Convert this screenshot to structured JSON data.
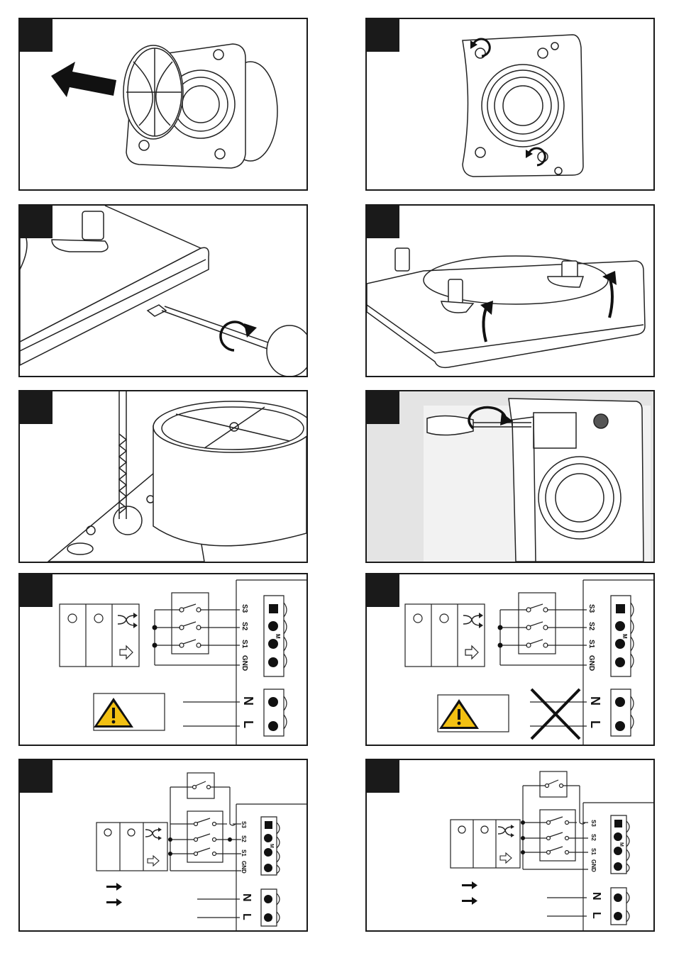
{
  "terminals": {
    "s3": "S3",
    "s2": "S2",
    "s1": "S1",
    "gnd": "GND",
    "n": "N",
    "l": "L",
    "m": "M"
  },
  "colors": {
    "frame": "#1a1a1a",
    "warning": "#f2c012",
    "wall": "#e8e8e8"
  },
  "icons": {
    "warning": "warning-triangle-icon",
    "shuffle": "shuffle-icon",
    "arrow": "hollow-arrow-icon",
    "cross": "cross-out-icon"
  }
}
